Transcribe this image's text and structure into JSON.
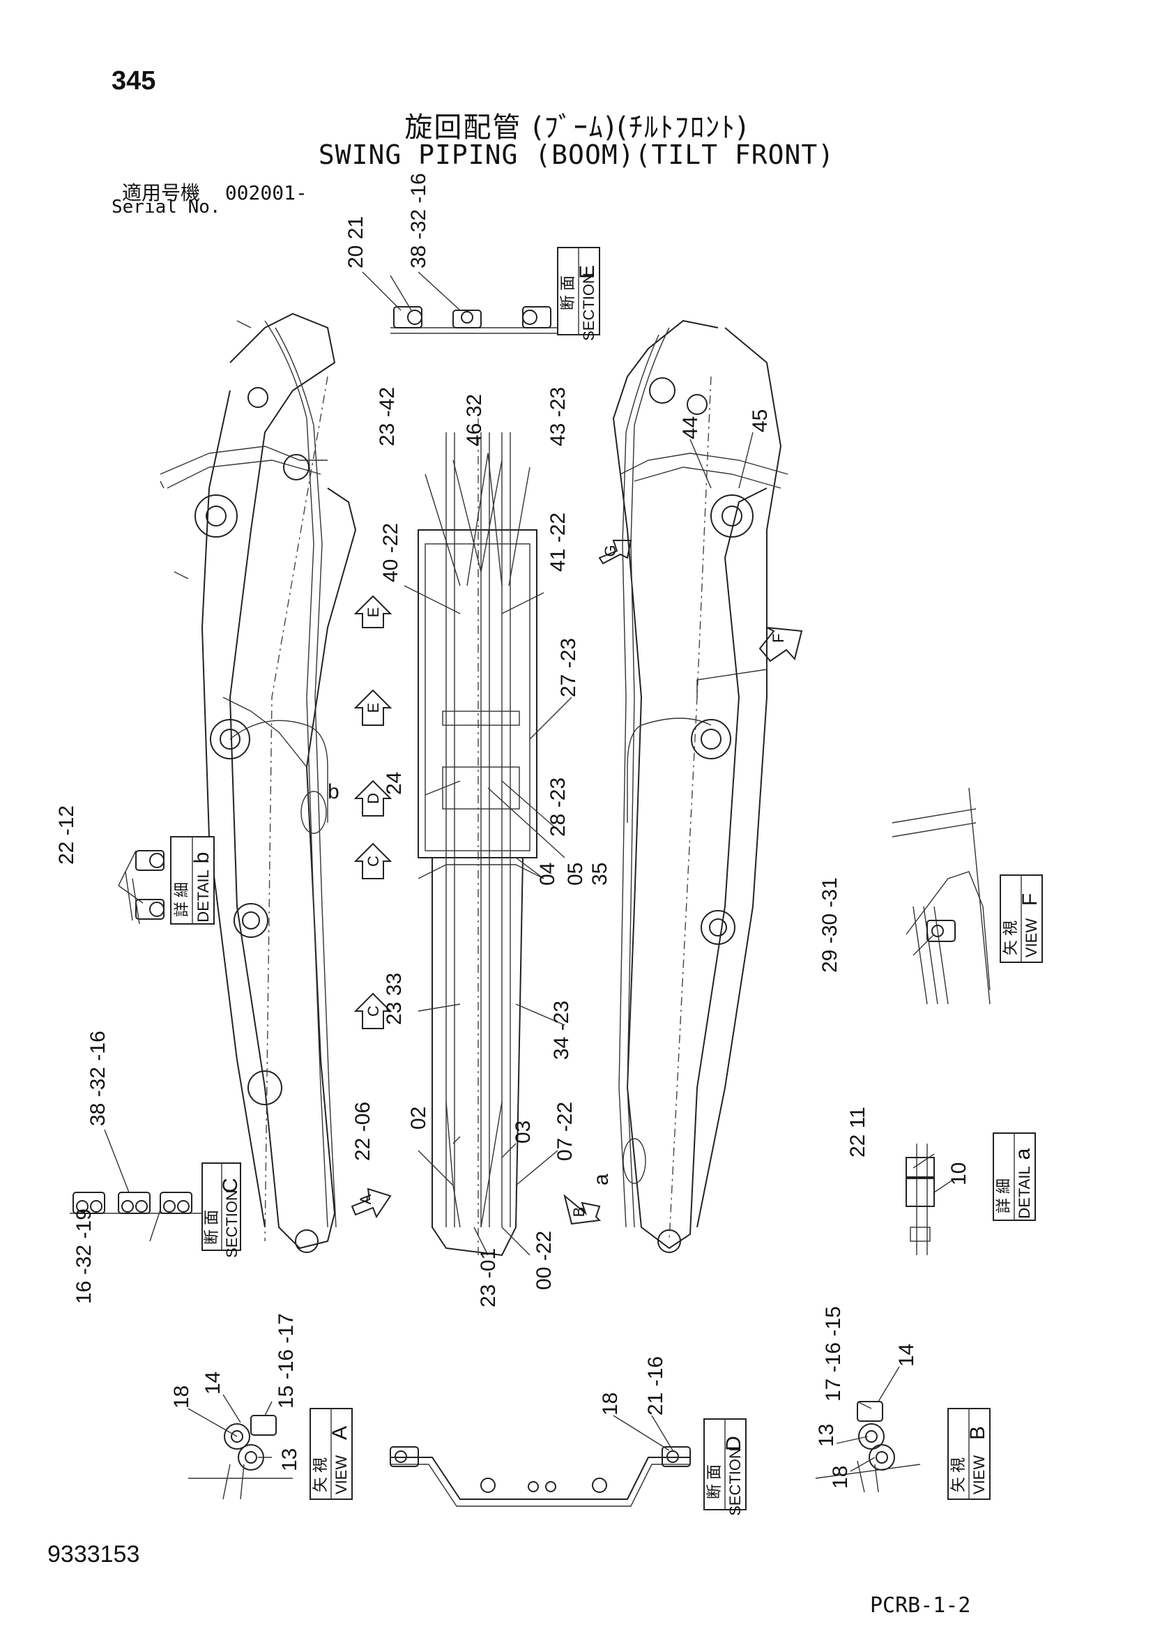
{
  "header": {
    "page_number": "345",
    "title_jp": "旋回配管 (ﾌﾞｰﾑ)(ﾁﾙﾄﾌﾛﾝﾄ)",
    "title_en": "SWING PIPING (BOOM)(TILT FRONT)",
    "serial_label_jp": "適用号機",
    "serial_value": "002001-",
    "serial_label_en": "Serial No."
  },
  "footer": {
    "drawing_number": "9333153",
    "sheet_code": "PCRB-1-2"
  },
  "view_boxes": {
    "section_e": {
      "jp": "断 面",
      "en": "SECTION",
      "letter": "E"
    },
    "detail_b": {
      "jp": "詳 細",
      "en": "DETAIL",
      "letter": "b"
    },
    "section_c": {
      "jp": "断 面",
      "en": "SECTION",
      "letter": "C"
    },
    "view_f": {
      "jp": "矢 視",
      "en": "VIEW",
      "letter": "F"
    },
    "detail_a": {
      "jp": "詳 細",
      "en": "DETAIL",
      "letter": "a"
    },
    "view_a": {
      "jp": "矢 視",
      "en": "VIEW",
      "letter": "A"
    },
    "section_d": {
      "jp": "断 面",
      "en": "SECTION",
      "letter": "D"
    },
    "view_b": {
      "jp": "矢 視",
      "en": "VIEW",
      "letter": "B"
    }
  },
  "view_arrows": {
    "e1": "E",
    "e2": "E",
    "d": "D",
    "c1": "C",
    "c2": "C",
    "a": "A",
    "b": "B",
    "g": "G",
    "f": "F"
  },
  "detail_markers": {
    "b": "b",
    "a": "a"
  },
  "callouts": {
    "section_e_left": "20 21",
    "section_e_mid": "38 -32 -16",
    "top_left_pair": "23 -42",
    "top_mid_pair": "46 32",
    "top_right_pair": "43 -23",
    "p40": "40 -22",
    "p41": "41 -22",
    "p27": "27 -23",
    "p24": "24",
    "p28": "28 -23",
    "p04": "04",
    "p05": "05",
    "p35": "35",
    "p44": "44",
    "p45": "45",
    "detail_b_parts": "22 -12",
    "p23_33": "23 33",
    "p34": "34 -23",
    "view_f_parts": "29 -30 -31",
    "section_c_top": "38 -32 -16",
    "section_c_bottom": "16 -32 -19",
    "p02": "02",
    "p03": "03",
    "p22_06": "22 -06",
    "p07_22": "07 -22",
    "p00_22": "00 -22",
    "p23_01": "23 -01",
    "detail_a_parts": "22 11",
    "p10": "10",
    "view_a_18": "18",
    "view_a_14": "14",
    "view_a_15": "15 -16 -17",
    "view_a_13": "13",
    "section_d_18": "18",
    "section_d_21": "21 -16",
    "view_b_17": "17 -16 -15",
    "view_b_14": "14",
    "view_b_13": "13",
    "view_b_18": "18"
  }
}
